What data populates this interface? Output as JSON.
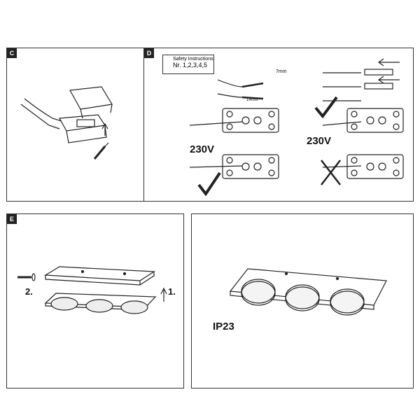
{
  "panels": {
    "c": {
      "tag": "C"
    },
    "d": {
      "tag": "D",
      "safety_title": "Safety Instructions",
      "safety_numbers": "Nr. 1,2,3,4,5",
      "dim_7": "7mm",
      "dim_14": "14mm",
      "voltage_left": "230V",
      "voltage_right": "230V"
    },
    "e": {
      "tag": "E",
      "step1": "1.",
      "step2": "2."
    },
    "f": {
      "rating": "IP23"
    }
  }
}
